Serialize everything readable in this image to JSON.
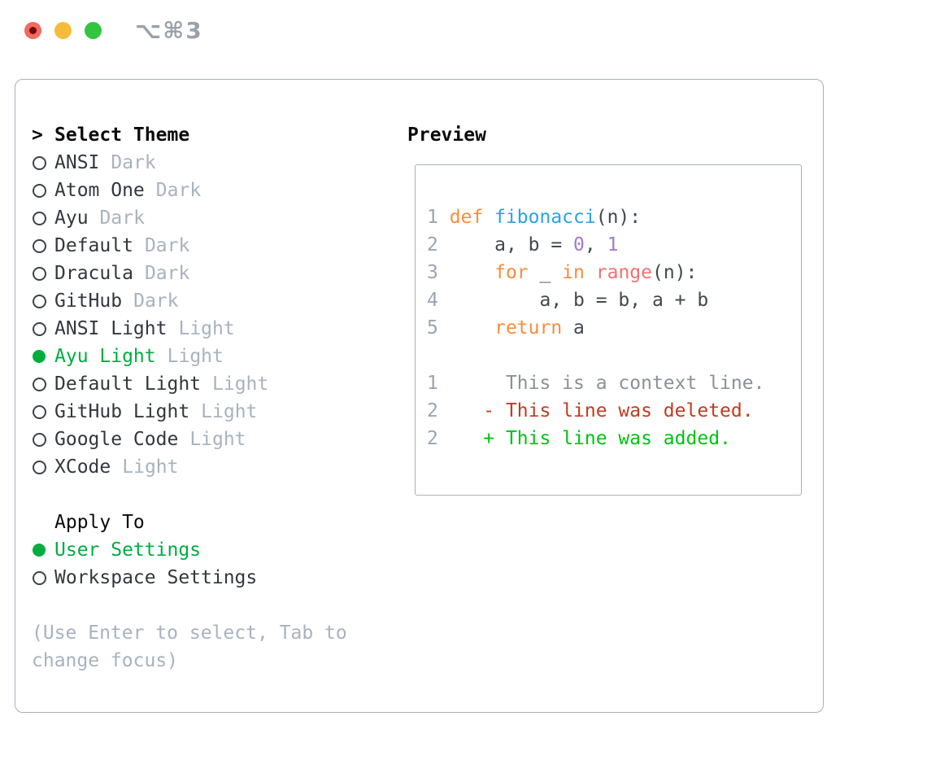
{
  "titlebar": {
    "title": "⌥⌘3",
    "buttons": [
      "close",
      "minimize",
      "zoom"
    ]
  },
  "theme_panel": {
    "header_prefix": ">",
    "header": "Select Theme",
    "themes": [
      {
        "name": "ANSI",
        "variant": "Dark",
        "selected": false
      },
      {
        "name": "Atom One",
        "variant": "Dark",
        "selected": false
      },
      {
        "name": "Ayu",
        "variant": "Dark",
        "selected": false
      },
      {
        "name": "Default",
        "variant": "Dark",
        "selected": false
      },
      {
        "name": "Dracula",
        "variant": "Dark",
        "selected": false
      },
      {
        "name": "GitHub",
        "variant": "Dark",
        "selected": false
      },
      {
        "name": "ANSI Light",
        "variant": "Light",
        "selected": false
      },
      {
        "name": "Ayu Light",
        "variant": "Light",
        "selected": true
      },
      {
        "name": "Default Light",
        "variant": "Light",
        "selected": false
      },
      {
        "name": "GitHub Light",
        "variant": "Light",
        "selected": false
      },
      {
        "name": "Google Code",
        "variant": "Light",
        "selected": false
      },
      {
        "name": "XCode",
        "variant": "Light",
        "selected": false
      }
    ],
    "apply_to": {
      "header": "Apply To",
      "options": [
        {
          "label": "User Settings",
          "selected": true
        },
        {
          "label": "Workspace Settings",
          "selected": false
        }
      ]
    },
    "hint": "(Use Enter to select, Tab to change focus)"
  },
  "preview": {
    "header": "Preview",
    "code_lines": [
      {
        "num": "1",
        "segments": [
          {
            "text": "def ",
            "style": "keyword"
          },
          {
            "text": "fibonacci",
            "style": "function"
          },
          {
            "text": "(n):",
            "style": "plain"
          }
        ]
      },
      {
        "num": "2",
        "segments": [
          {
            "text": "    a, b = ",
            "style": "plain"
          },
          {
            "text": "0",
            "style": "number"
          },
          {
            "text": ", ",
            "style": "plain"
          },
          {
            "text": "1",
            "style": "number"
          }
        ]
      },
      {
        "num": "3",
        "segments": [
          {
            "text": "    ",
            "style": "plain"
          },
          {
            "text": "for",
            "style": "keyword"
          },
          {
            "text": " _ ",
            "style": "plain"
          },
          {
            "text": "in",
            "style": "keyword"
          },
          {
            "text": " ",
            "style": "plain"
          },
          {
            "text": "range",
            "style": "special"
          },
          {
            "text": "(n):",
            "style": "plain"
          }
        ]
      },
      {
        "num": "4",
        "segments": [
          {
            "text": "        a, b = b, a + b",
            "style": "plain"
          }
        ]
      },
      {
        "num": "5",
        "segments": [
          {
            "text": "    ",
            "style": "plain"
          },
          {
            "text": "return",
            "style": "keyword"
          },
          {
            "text": " a",
            "style": "plain"
          }
        ]
      }
    ],
    "diff_lines": [
      {
        "num": "1",
        "segments": [
          {
            "text": "     This is a context line.",
            "style": "context"
          }
        ]
      },
      {
        "num": "2",
        "segments": [
          {
            "text": "   - This line was deleted.",
            "style": "deleted"
          }
        ]
      },
      {
        "num": "2",
        "segments": [
          {
            "text": "   + This line was added.",
            "style": "added"
          }
        ]
      }
    ]
  },
  "colors": {
    "accent_green": "#00ad3f",
    "added": "#00c213",
    "deleted": "#c43a20",
    "context": "#8b9199",
    "keyword": "#fa8d3e",
    "function": "#2aa3e4",
    "special": "#f07171",
    "number": "#a37acc",
    "code_plain": "#43484f",
    "linenum": "#9aa5b1",
    "label": "#33373d",
    "muted": "#a9b2be",
    "heading": "#0b0b0c",
    "border": "#a9afb9",
    "radio_ring": "#3d424a",
    "title_gray": "#9aa1a9",
    "light_red": "#f4685e",
    "light_red_dot": "#6f0f07",
    "light_yellow": "#f7bb3c",
    "light_green": "#33c441"
  }
}
